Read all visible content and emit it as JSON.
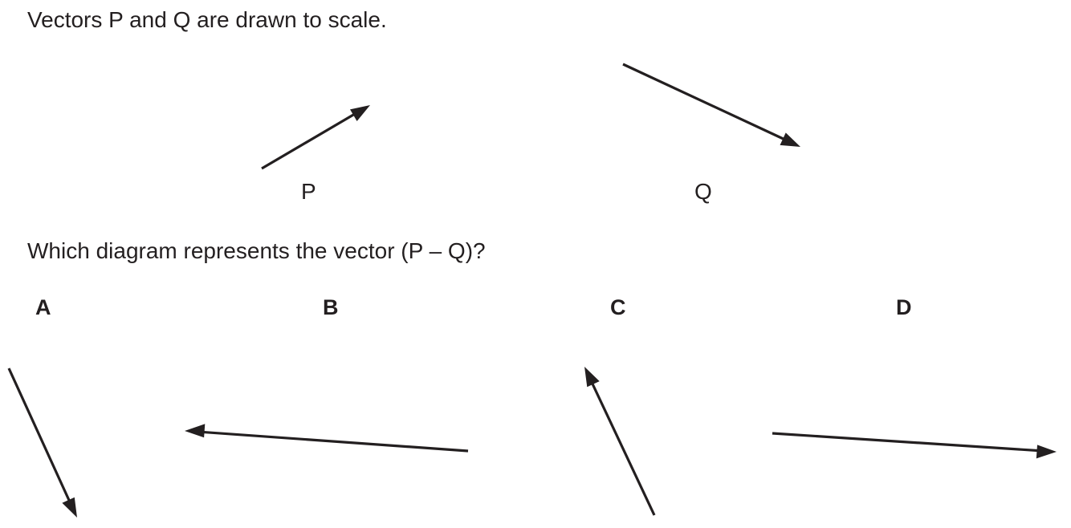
{
  "intro": "Vectors P and Q are drawn to scale.",
  "vectors": {
    "p_label": "P",
    "q_label": "Q"
  },
  "question": "Which diagram represents the vector (P – Q)?",
  "options": {
    "a": "A",
    "b": "B",
    "c": "C",
    "d": "D"
  }
}
